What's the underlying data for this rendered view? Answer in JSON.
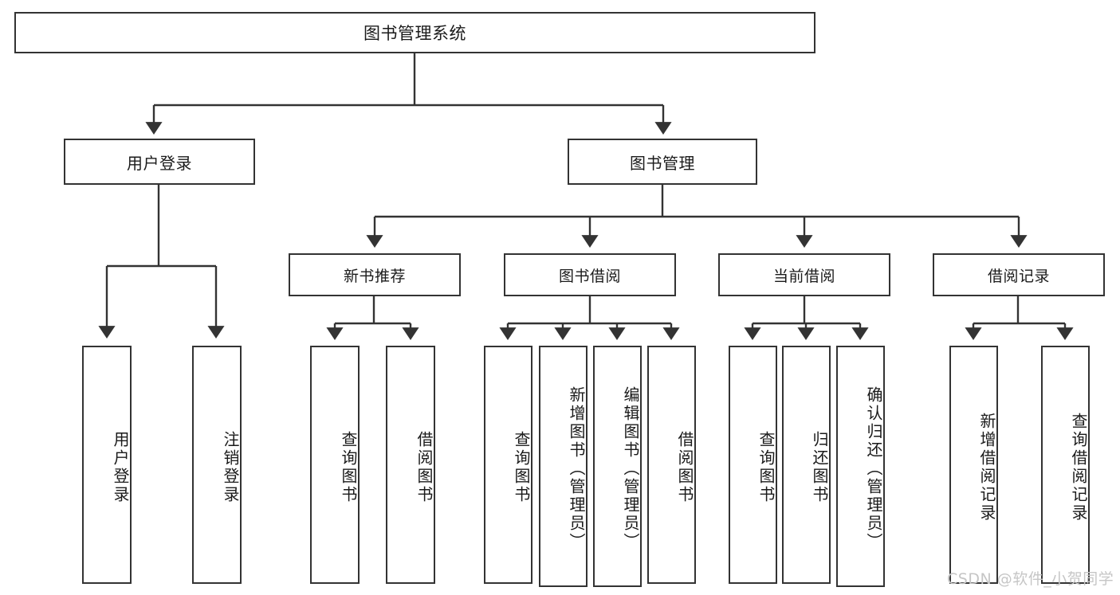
{
  "diagram": {
    "title": "图书管理系统",
    "type": "hierarchy-tree",
    "root": {
      "id": "root",
      "label": "图书管理系统"
    },
    "level1": [
      {
        "id": "user-login",
        "label": "用户登录"
      },
      {
        "id": "book-manage",
        "label": "图书管理"
      }
    ],
    "level2": [
      {
        "id": "new-book-rec",
        "label": "新书推荐",
        "parent": "book-manage"
      },
      {
        "id": "book-borrow",
        "label": "图书借阅",
        "parent": "book-manage"
      },
      {
        "id": "current-borrow",
        "label": "当前借阅",
        "parent": "book-manage"
      },
      {
        "id": "borrow-record",
        "label": "借阅记录",
        "parent": "book-manage"
      }
    ],
    "leaves": [
      {
        "id": "leaf-user-login",
        "label": "用户登录",
        "parent": "user-login"
      },
      {
        "id": "leaf-logout-login",
        "label": "注销登录",
        "parent": "user-login"
      },
      {
        "id": "leaf-query-book-1",
        "label": "查询图书",
        "parent": "new-book-rec"
      },
      {
        "id": "leaf-borrow-book-1",
        "label": "借阅图书",
        "parent": "new-book-rec"
      },
      {
        "id": "leaf-query-book-2",
        "label": "查询图书",
        "parent": "book-borrow"
      },
      {
        "id": "leaf-add-book",
        "label": "新增图书（管理员）",
        "parent": "book-borrow"
      },
      {
        "id": "leaf-edit-book",
        "label": "编辑图书（管理员）",
        "parent": "book-borrow"
      },
      {
        "id": "leaf-borrow-book-2",
        "label": "借阅图书",
        "parent": "book-borrow"
      },
      {
        "id": "leaf-query-book-3",
        "label": "查询图书",
        "parent": "current-borrow"
      },
      {
        "id": "leaf-return-book",
        "label": "归还图书",
        "parent": "current-borrow"
      },
      {
        "id": "leaf-confirm-return",
        "label": "确认归还（管理员）",
        "parent": "current-borrow"
      },
      {
        "id": "leaf-add-record",
        "label": "新增借阅记录",
        "parent": "borrow-record"
      },
      {
        "id": "leaf-query-record",
        "label": "查询借阅记录",
        "parent": "borrow-record"
      }
    ],
    "colors": {
      "stroke": "#333333",
      "fill": "#ffffff",
      "text": "#1a1a1a",
      "watermark": "#c6c6c6"
    }
  },
  "watermark": {
    "text": "CSDN @软件_小贺同学"
  }
}
